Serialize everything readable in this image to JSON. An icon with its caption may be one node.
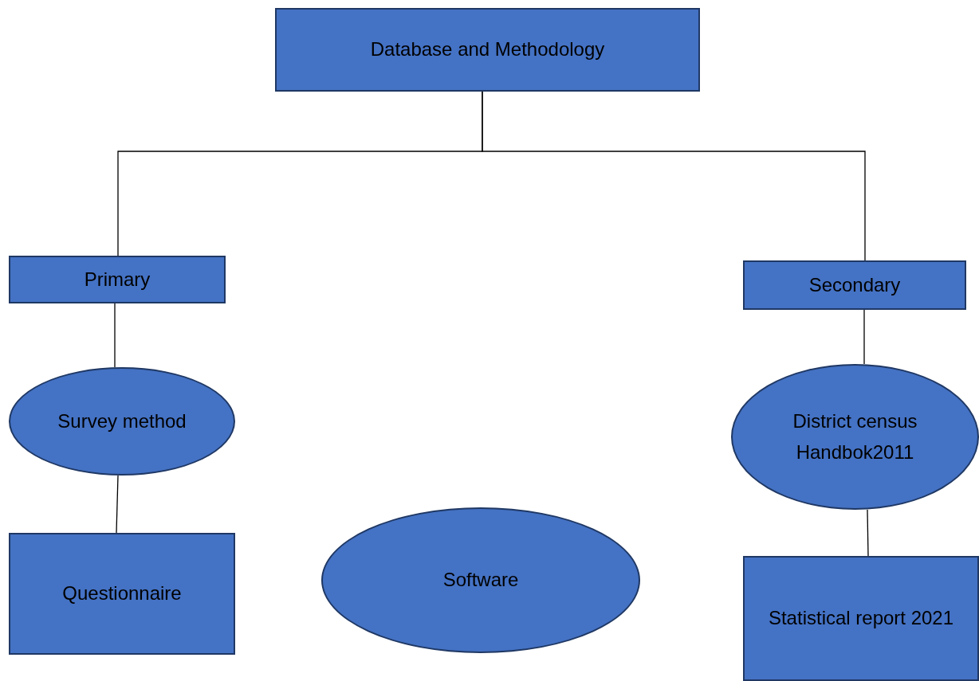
{
  "diagram": {
    "nodes": [
      {
        "text": [
          "Database and Methodology"
        ]
      },
      {
        "text": [
          "Primary"
        ]
      },
      {
        "text": [
          "Secondary"
        ]
      },
      {
        "text": [
          "Survey method"
        ]
      },
      {
        "text": [
          "District census Handbok2011"
        ]
      },
      {
        "text": [
          "Questionnaire"
        ]
      },
      {
        "text": [
          "Software"
        ]
      },
      {
        "text": [
          "Statistical report 2021"
        ]
      }
    ],
    "edges": [
      {
        "from": 0,
        "to": 1,
        "arrow": "none"
      },
      {
        "from": 0,
        "to": 2,
        "arrow": "none"
      },
      {
        "from": 1,
        "to": 3,
        "arrow": "none"
      },
      {
        "from": 3,
        "to": 5,
        "arrow": "none"
      },
      {
        "from": 2,
        "to": 4,
        "arrow": "none"
      },
      {
        "from": 4,
        "to": 7,
        "arrow": "none"
      }
    ]
  }
}
